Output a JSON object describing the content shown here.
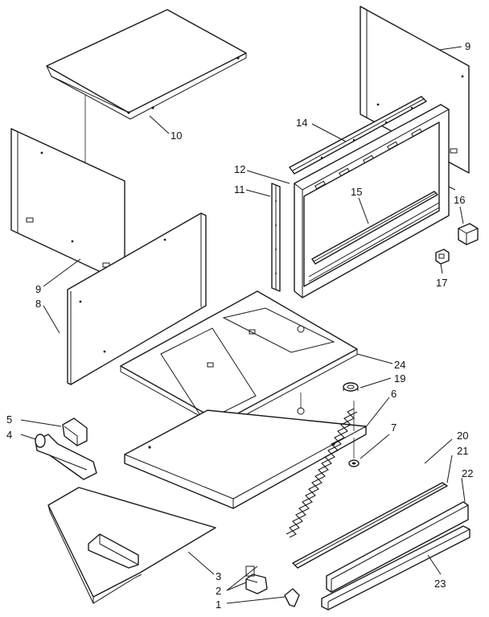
{
  "callouts": {
    "c1": "1",
    "c2": "2",
    "c3": "3",
    "c4": "4",
    "c5": "5",
    "c6": "6",
    "c7": "7",
    "c8": "8",
    "c9a": "9",
    "c9b": "9",
    "c10": "10",
    "c11": "11",
    "c12": "12",
    "c14": "14",
    "c15": "15",
    "c16": "16",
    "c17": "17",
    "c19": "19",
    "c20": "20",
    "c21": "21",
    "c22": "22",
    "c23": "23",
    "c24": "24"
  }
}
